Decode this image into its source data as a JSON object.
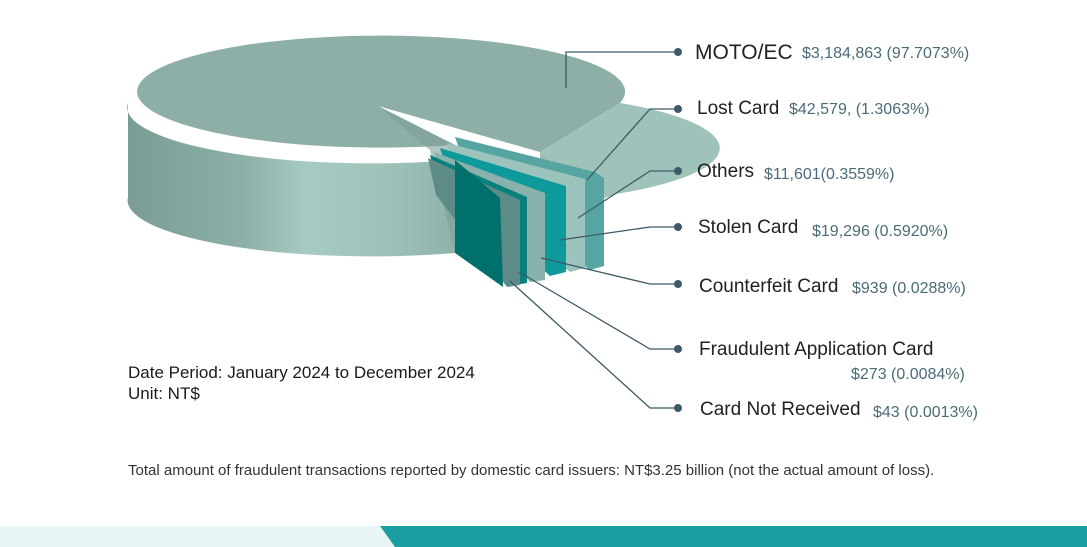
{
  "chart_data": {
    "type": "pie",
    "title": "",
    "slices": [
      {
        "label": "MOTO/EC",
        "value_text": "$3,184,863 (97.7073%)",
        "value": 3184863,
        "percent": 97.7073
      },
      {
        "label": "Lost Card",
        "value_text": "$42,579, (1.3063%)",
        "value": 42579,
        "percent": 1.3063
      },
      {
        "label": "Others",
        "value_text": "$11,601(0.3559%)",
        "value": 11601,
        "percent": 0.3559
      },
      {
        "label": "Stolen Card",
        "value_text": "$19,296 (0.5920%)",
        "value": 19296,
        "percent": 0.592
      },
      {
        "label": "Counterfeit Card",
        "value_text": "$939 (0.0288%)",
        "value": 939,
        "percent": 0.0288
      },
      {
        "label": "Fraudulent Application Card",
        "value_text": "$273 (0.0084%)",
        "value": 273,
        "percent": 0.0084
      },
      {
        "label": "Card Not Received",
        "value_text": "$43 (0.0013%)",
        "value": 43,
        "percent": 0.0013
      }
    ]
  },
  "info": {
    "period": "Date Period: January 2024 to December 2024",
    "unit": "Unit: NT$"
  },
  "footnote": "Total amount of fraudulent transactions reported by domestic card issuers: NT$3.25 billion (not the actual amount of loss).",
  "colors": {
    "pie_top": "#8dafa7",
    "pie_side": "#7fa39c",
    "accent_teal": "#0e9a9a",
    "dark_teal": "#00706d",
    "leader": "#3d5a66",
    "banner_light": "#e9f4f4",
    "banner_teal": "#1a9ea0"
  }
}
